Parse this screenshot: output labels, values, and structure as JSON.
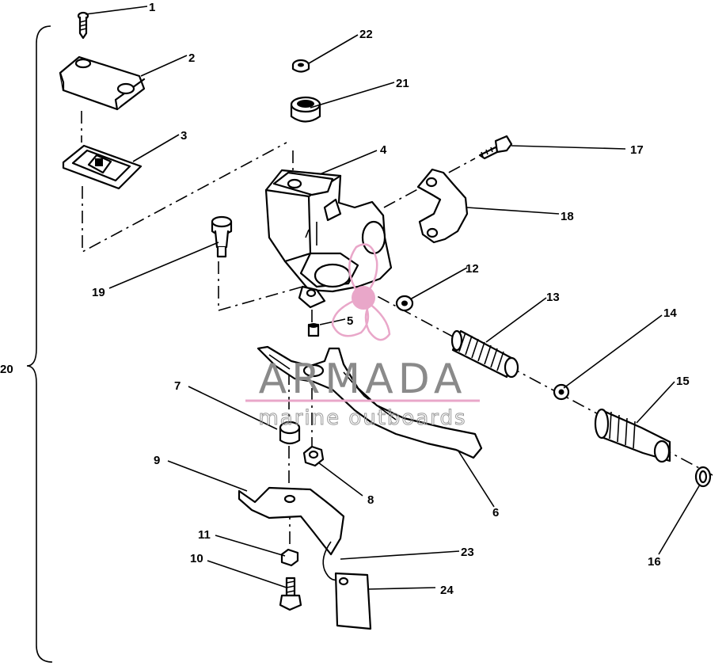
{
  "diagram": {
    "assembly_callout": "20",
    "callouts": [
      "1",
      "2",
      "3",
      "4",
      "5",
      "6",
      "7",
      "8",
      "9",
      "10",
      "11",
      "12",
      "13",
      "14",
      "15",
      "16",
      "17",
      "18",
      "19",
      "21",
      "22",
      "23",
      "24"
    ]
  },
  "watermark": {
    "title": "ARMADA",
    "subtitle": "marine outboards",
    "color": "#e9a7c9"
  }
}
